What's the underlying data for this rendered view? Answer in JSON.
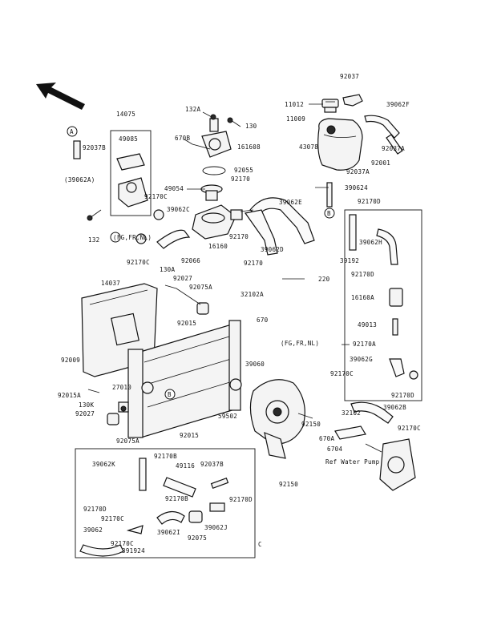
{
  "labels": [
    {
      "id": "lbl-92037",
      "text": "92037"
    },
    {
      "id": "lbl-132a",
      "text": "132A"
    },
    {
      "id": "lbl-130",
      "text": "130"
    },
    {
      "id": "lbl-11012",
      "text": "11012"
    },
    {
      "id": "lbl-39062f",
      "text": "39062F"
    },
    {
      "id": "lbl-14075",
      "text": "14075"
    },
    {
      "id": "lbl-11009",
      "text": "11009"
    },
    {
      "id": "lbl-49085",
      "text": "49085"
    },
    {
      "id": "lbl-670b",
      "text": "670B"
    },
    {
      "id": "lbl-161608",
      "text": "161608"
    },
    {
      "id": "lbl-43078",
      "text": "43078"
    },
    {
      "id": "lbl-92037b",
      "text": "92037B"
    },
    {
      "id": "lbl-92037b2",
      "text": "92037A"
    },
    {
      "id": "lbl-92001",
      "text": "92001"
    },
    {
      "id": "lbl-39062a",
      "text": "(39062A)"
    },
    {
      "id": "lbl-92055",
      "text": "92055"
    },
    {
      "id": "lbl-92037a",
      "text": "92037A"
    },
    {
      "id": "lbl-49054",
      "text": "49054"
    },
    {
      "id": "lbl-92170a",
      "text": "92170"
    },
    {
      "id": "lbl-92170c1",
      "text": "92170C"
    },
    {
      "id": "lbl-39062c",
      "text": "39062C"
    },
    {
      "id": "lbl-39062e",
      "text": "39062E"
    },
    {
      "id": "lbl-390624",
      "text": "390624"
    },
    {
      "id": "lbl-92170d",
      "text": "92170D"
    },
    {
      "id": "lbl-132",
      "text": "132"
    },
    {
      "id": "lbl-39062h",
      "text": "39062H"
    },
    {
      "id": "lbl-92170c2",
      "text": "92170C"
    },
    {
      "id": "lbl-92170b",
      "text": "92170"
    },
    {
      "id": "lbl-16160",
      "text": "16160"
    },
    {
      "id": "lbl-92066",
      "text": "92066"
    },
    {
      "id": "lbl-39062d",
      "text": "39062D"
    },
    {
      "id": "lbl-39192",
      "text": "39192"
    },
    {
      "id": "lbl-92170e",
      "text": "92170"
    },
    {
      "id": "lbl-130a",
      "text": "130A"
    },
    {
      "id": "lbl-220",
      "text": "220"
    },
    {
      "id": "lbl-92170d2",
      "text": "92170D"
    },
    {
      "id": "lbl-92027a",
      "text": "92027"
    },
    {
      "id": "lbl-14037",
      "text": "14037"
    },
    {
      "id": "lbl-92075a",
      "text": "92075A"
    },
    {
      "id": "lbl-32102a",
      "text": "32102A"
    },
    {
      "id": "lbl-16160a",
      "text": "16160A"
    },
    {
      "id": "lbl-92015a",
      "text": "92015"
    },
    {
      "id": "lbl-670",
      "text": "670"
    },
    {
      "id": "lbl-49013",
      "text": "49013"
    },
    {
      "id": "lbl-fgfrnl1",
      "text": "(FG,FR,NL)"
    },
    {
      "id": "lbl-92170a2",
      "text": "92170A"
    },
    {
      "id": "lbl-92009",
      "text": "92009"
    },
    {
      "id": "lbl-39060",
      "text": "39060"
    },
    {
      "id": "lbl-39062g",
      "text": "39062G"
    },
    {
      "id": "lbl-92170c3",
      "text": "92170C"
    },
    {
      "id": "lbl-27010",
      "text": "27010"
    },
    {
      "id": "lbl-92015a2",
      "text": "92015A"
    },
    {
      "id": "lbl-92170d3",
      "text": "92170D"
    },
    {
      "id": "lbl-130k",
      "text": "130K"
    },
    {
      "id": "lbl-39062b",
      "text": "39062B"
    },
    {
      "id": "lbl-92027b",
      "text": "92027"
    },
    {
      "id": "lbl-59502",
      "text": "59502"
    },
    {
      "id": "lbl-92150a",
      "text": "92150"
    },
    {
      "id": "lbl-32102",
      "text": "32102"
    },
    {
      "id": "lbl-92170c4",
      "text": "92170C"
    },
    {
      "id": "lbl-92075a2",
      "text": "92075A"
    },
    {
      "id": "lbl-92015b",
      "text": "92015"
    },
    {
      "id": "lbl-670a",
      "text": "670A"
    },
    {
      "id": "lbl-6704",
      "text": "6704"
    },
    {
      "id": "lbl-refwaterpump",
      "text": "Ref Water Pump"
    },
    {
      "id": "lbl-92150b",
      "text": "92150"
    },
    {
      "id": "lbl-92170b2",
      "text": "92170B"
    },
    {
      "id": "lbl-39062k",
      "text": "39062K"
    },
    {
      "id": "lbl-49116",
      "text": "49116"
    },
    {
      "id": "lbl-92037b3",
      "text": "92037B"
    },
    {
      "id": "lbl-92170b3",
      "text": "92170B"
    },
    {
      "id": "lbl-92170d4",
      "text": "92170D"
    },
    {
      "id": "lbl-92170d5",
      "text": "92170D"
    },
    {
      "id": "lbl-92170c5",
      "text": "92170C"
    },
    {
      "id": "lbl-39062i",
      "text": "39062I"
    },
    {
      "id": "lbl-39062j",
      "text": "39062J"
    },
    {
      "id": "lbl-39062",
      "text": "39062"
    },
    {
      "id": "lbl-92170c6",
      "text": "92170C"
    },
    {
      "id": "lbl-92075",
      "text": "92075"
    },
    {
      "id": "lbl-391924",
      "text": "391924"
    },
    {
      "id": "lbl-fgfrnl2",
      "text": "(FG,FR,NL)"
    },
    {
      "id": "lbl-refA",
      "text": "A"
    },
    {
      "id": "lbl-refB1",
      "text": "B"
    },
    {
      "id": "lbl-refB2",
      "text": "B"
    },
    {
      "id": "lbl-refC",
      "text": "C"
    }
  ]
}
